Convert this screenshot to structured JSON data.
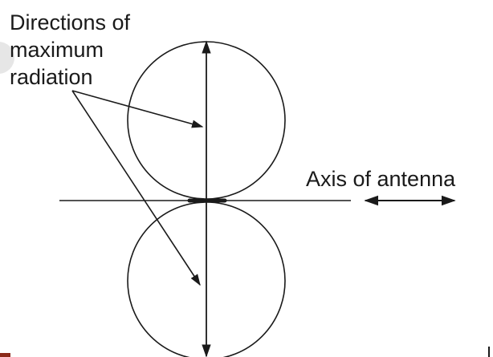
{
  "diagram": {
    "label_max_radiation": [
      "Directions of",
      "maximum",
      "radiation"
    ],
    "label_axis": "Axis of antenna"
  },
  "colors": {
    "line": "#1a1a1a",
    "background": "#ffffff",
    "corner_mark": "#8b2a1a"
  },
  "icons": {
    "axis_direction": "double-headed-arrow-icon"
  }
}
